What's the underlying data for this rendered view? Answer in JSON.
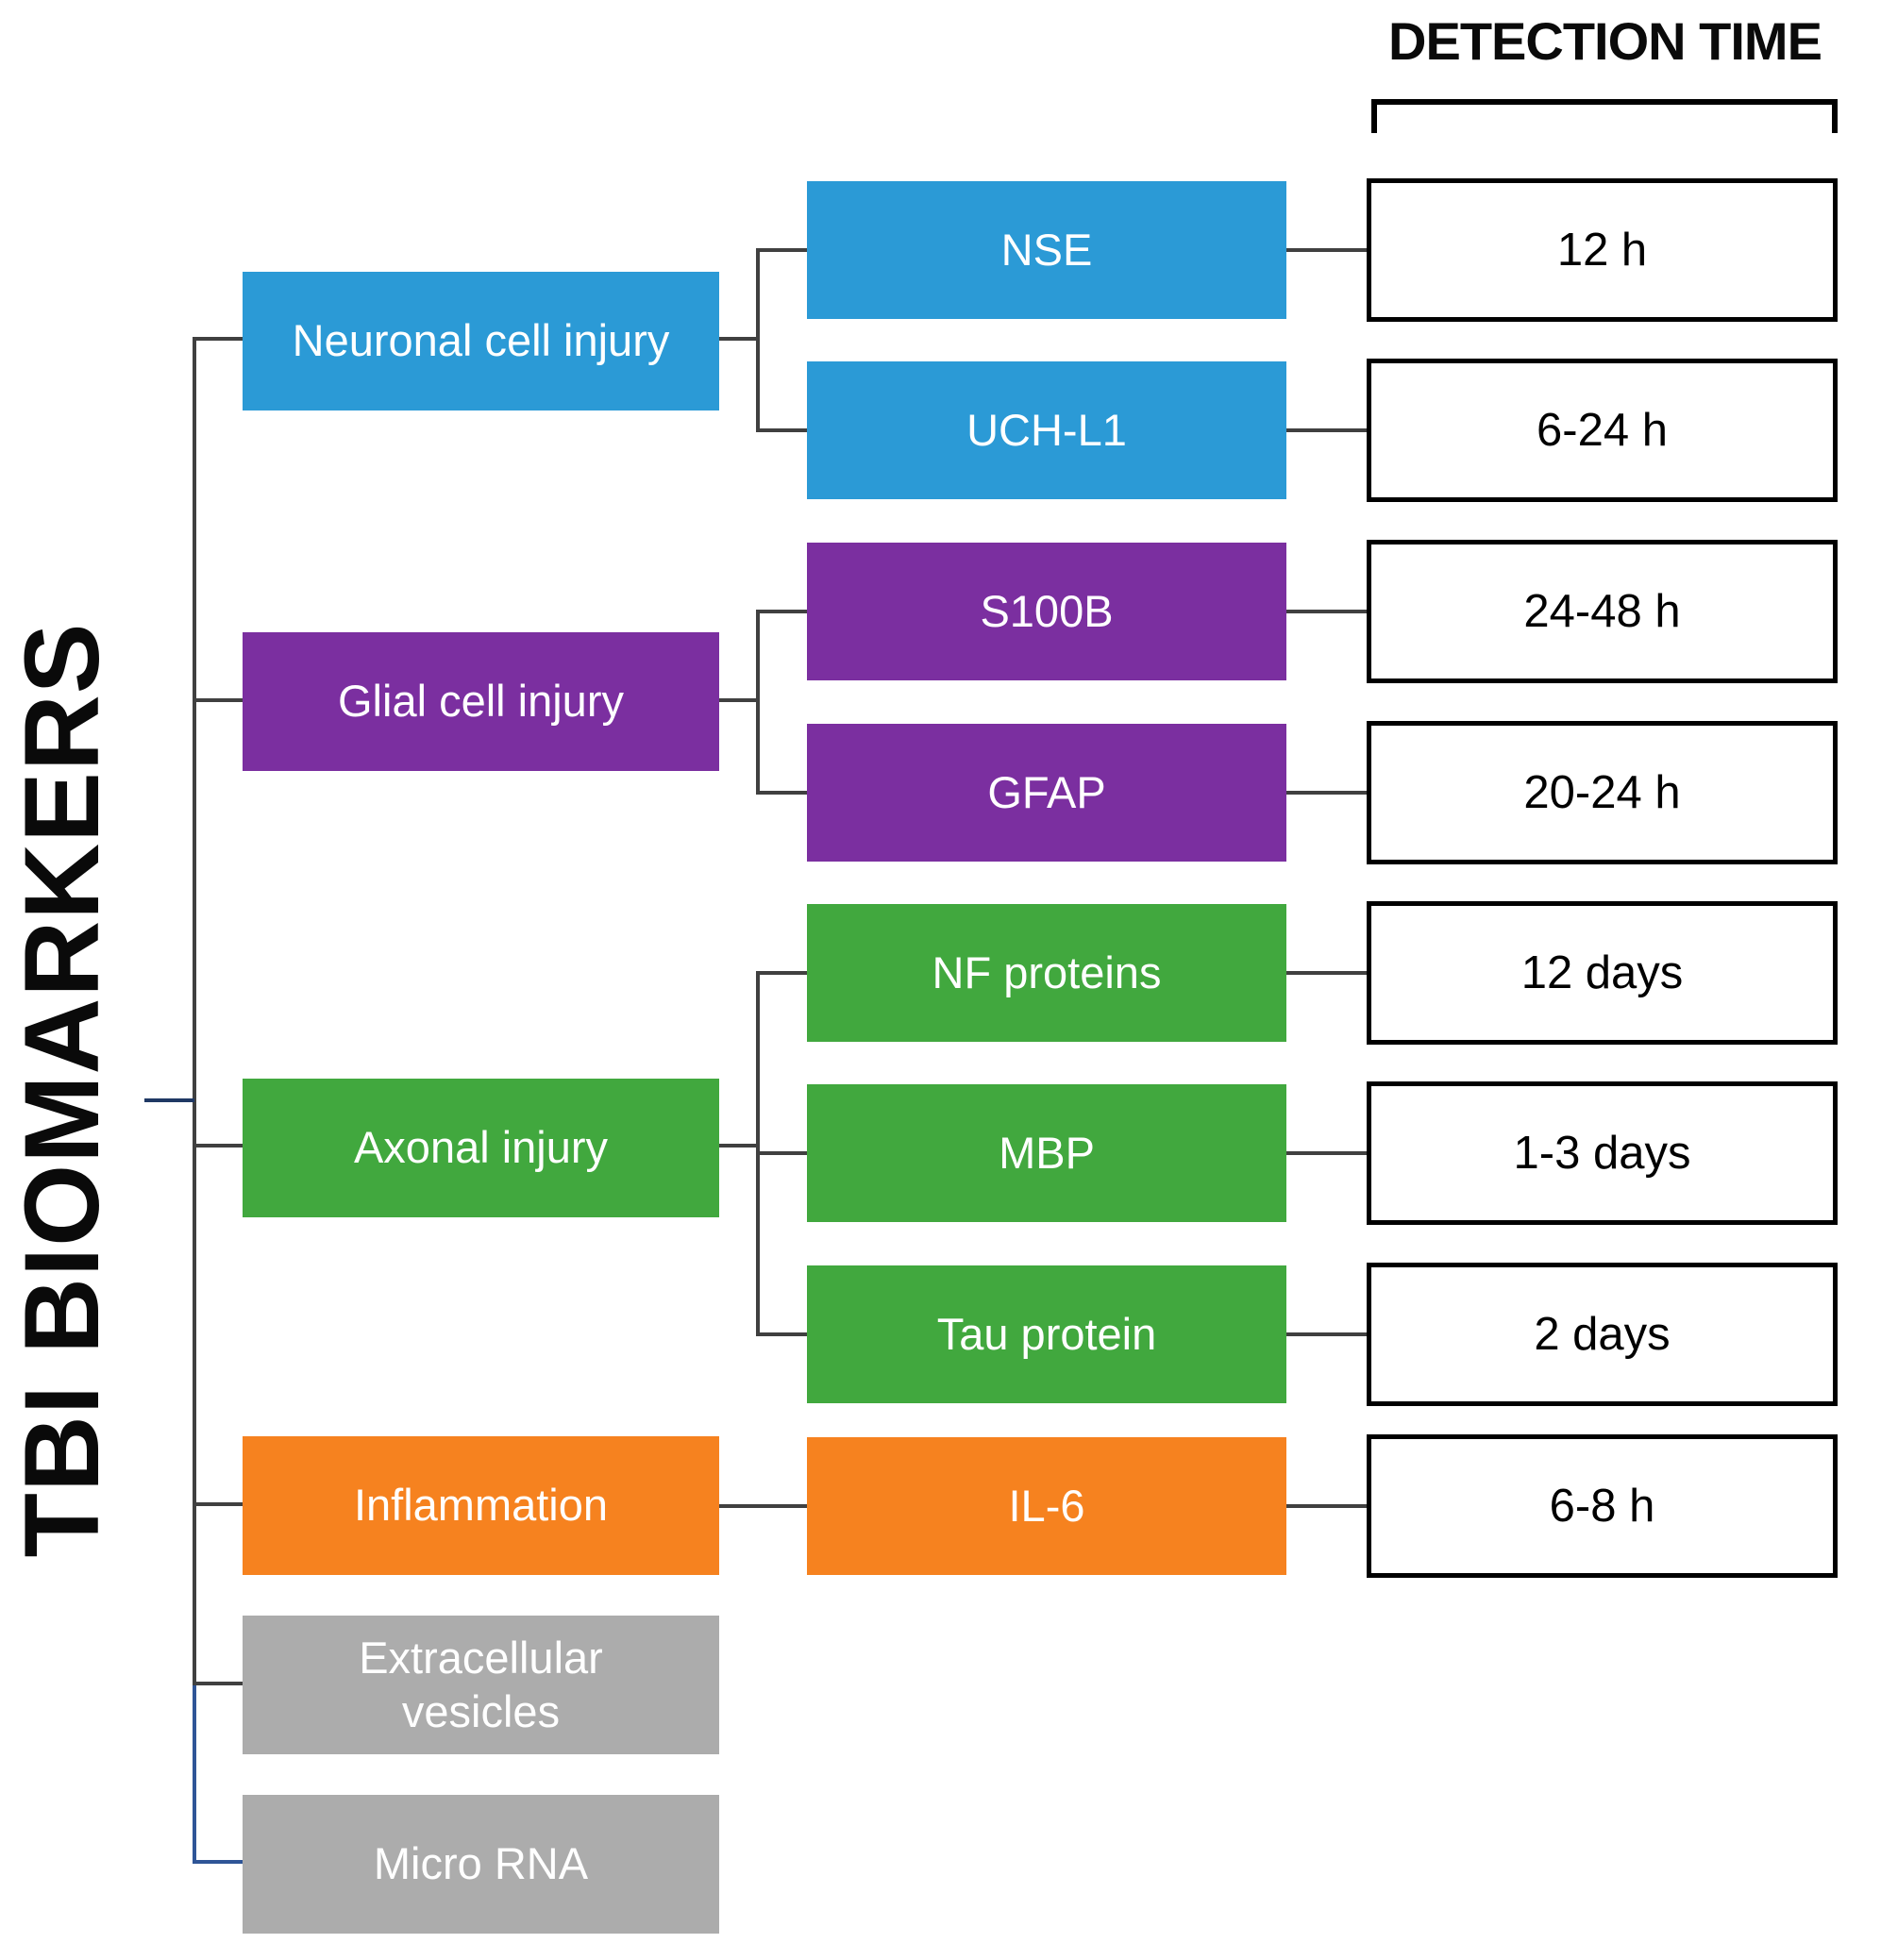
{
  "side_title": "TBI BIOMARKERS",
  "header": {
    "title": "DETECTION TIME"
  },
  "palette": {
    "blue": "#2B9AD6",
    "purple": "#7B2FA0",
    "green": "#41A83E",
    "orange": "#F6821F",
    "gray": "#ACACAC",
    "line_dark": "#404040",
    "line_blue": "#2F5597",
    "line_navy": "#1F3864",
    "time_box_border": "#000000"
  },
  "categories": [
    {
      "label": "Neuronal cell injury",
      "color": "#2B9AD6"
    },
    {
      "label": "Glial cell injury",
      "color": "#7B2FA0"
    },
    {
      "label": "Axonal injury",
      "color": "#41A83E"
    },
    {
      "label": "Inflammation",
      "color": "#F6821F"
    },
    {
      "label": "Extracellular vesicles",
      "color": "#ACACAC"
    },
    {
      "label": "Micro RNA",
      "color": "#ACACAC"
    }
  ],
  "rows": [
    {
      "category": "Neuronal cell injury",
      "marker": "NSE",
      "time": "12 h",
      "color": "#2B9AD6"
    },
    {
      "category": "Neuronal cell injury",
      "marker": "UCH-L1",
      "time": "6-24 h",
      "color": "#2B9AD6"
    },
    {
      "category": "Glial cell injury",
      "marker": "S100B",
      "time": "24-48 h",
      "color": "#7B2FA0"
    },
    {
      "category": "Glial cell injury",
      "marker": "GFAP",
      "time": "20-24 h",
      "color": "#7B2FA0"
    },
    {
      "category": "Axonal injury",
      "marker": "NF proteins",
      "time": "12 days",
      "color": "#41A83E"
    },
    {
      "category": "Axonal injury",
      "marker": "MBP",
      "time": "1-3 days",
      "color": "#41A83E"
    },
    {
      "category": "Axonal injury",
      "marker": "Tau protein",
      "time": "2 days",
      "color": "#41A83E"
    },
    {
      "category": "Inflammation",
      "marker": "IL-6",
      "time": "6-8 h",
      "color": "#F6821F"
    }
  ]
}
